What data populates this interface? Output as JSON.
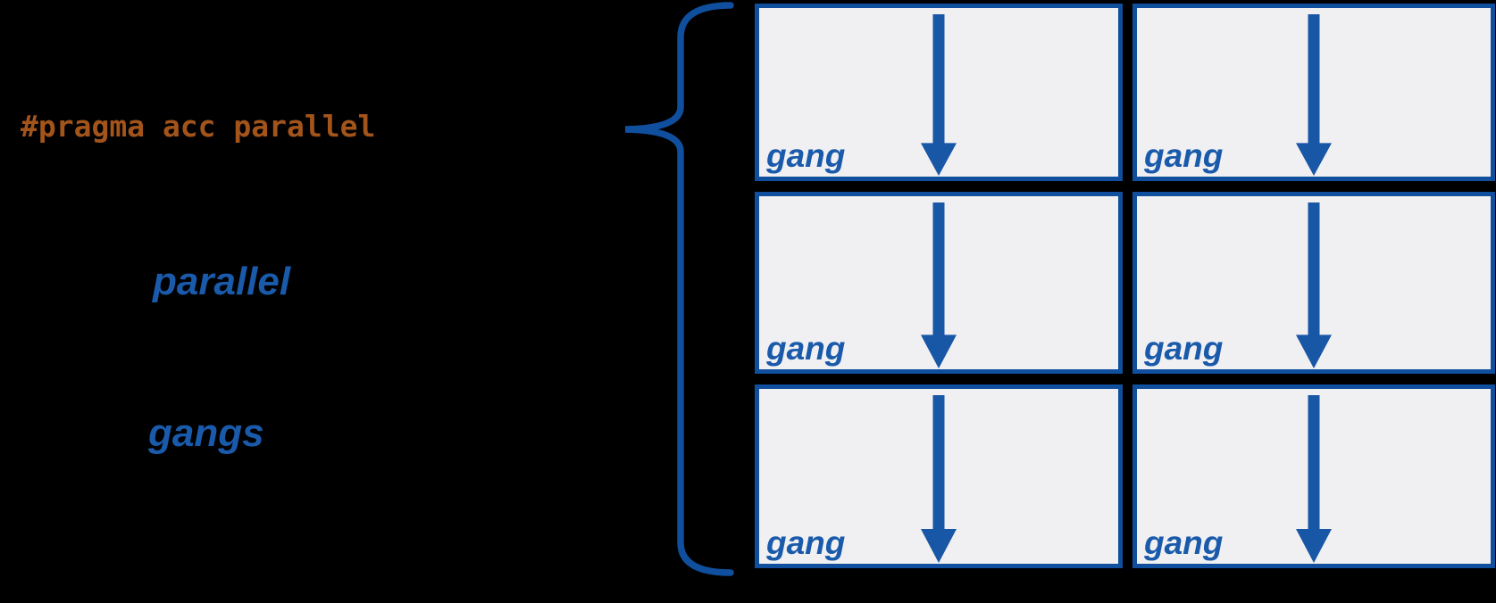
{
  "labels": {
    "pragma_code": "#pragma acc parallel",
    "parallel": "parallel",
    "gangs": "gangs"
  },
  "grid": {
    "rows": 3,
    "columns": 2,
    "cells": [
      {
        "label": "gang"
      },
      {
        "label": "gang"
      },
      {
        "label": "gang"
      },
      {
        "label": "gang"
      },
      {
        "label": "gang"
      },
      {
        "label": "gang"
      }
    ]
  },
  "icons": {
    "brace": "left-curly-brace-icon",
    "arrow": "down-arrow-icon"
  },
  "colors": {
    "background": "#000000",
    "box_fill": "#F0F0F2",
    "border_blue": "#0F4F9D",
    "label_blue": "#1A5AAB",
    "arrow_blue": "#1856A6",
    "code_orange": "#A2541A"
  }
}
